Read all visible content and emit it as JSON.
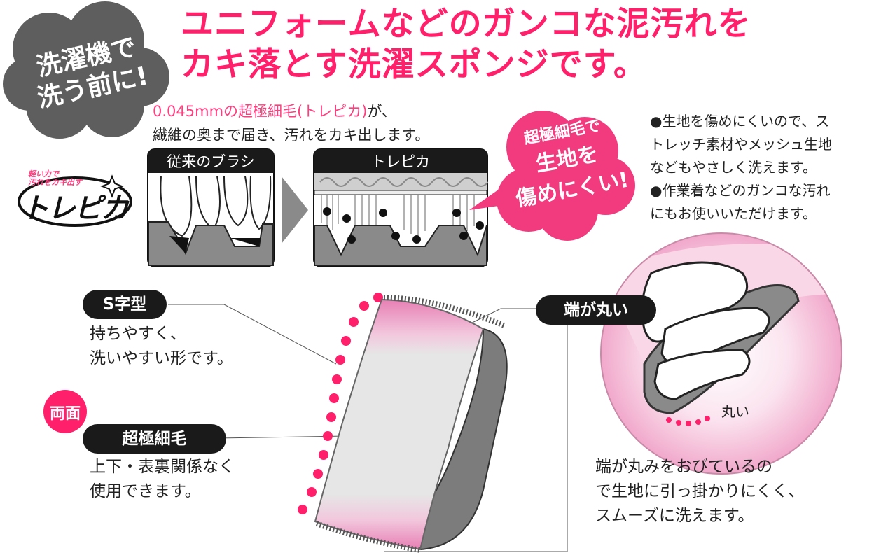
{
  "headline": {
    "line1": "ユニフォームなどのガンコな泥汚れを",
    "line2": "カキ落とす洗濯スポンジです。"
  },
  "cloud_badge": {
    "line1": "洗濯機で",
    "line2": "洗う前に!"
  },
  "intro": {
    "highlight": "0.045mmの超極細毛(トレピカ)",
    "line1_rest": "が、",
    "line2": "繊維の奥まで届き、汚れをカキ出します。"
  },
  "logo": {
    "small_line1": "軽い力で",
    "small_line2": "汚れをカキ出す",
    "name": "トレピカ"
  },
  "comparison": {
    "left_label": "従来のブラシ",
    "right_label": "トレピカ"
  },
  "speech_bubble": {
    "line1": "超極細毛で",
    "line2": "生地を",
    "line3": "傷めにくい!"
  },
  "bullets": [
    {
      "line1": "●生地を傷めにくいので、ス",
      "line2": "トレッチ素材やメッシュ生地",
      "line3": "などもやさしく洗えます。"
    },
    {
      "line1": "●作業着などのガンコな汚れ",
      "line2": "にもお使いいただけます。"
    }
  ],
  "features": {
    "s_shape": {
      "label": "S字型",
      "line1": "持ちやすく、",
      "line2": "洗いやすい形です。"
    },
    "double_side": {
      "badge": "両面",
      "label": "超極細毛",
      "line1": "上下・表裏関係なく",
      "line2": "使用できます。"
    },
    "round_edge": {
      "label": "端が丸い",
      "inset_label": "丸い",
      "line1": "端が丸みをおびているの",
      "line2": "で生地に引っ掛かりにくく、",
      "line3": "スムーズに洗えます。"
    }
  },
  "colors": {
    "accent_pink": "#ff1f6b",
    "dark": "#1a1a1a",
    "sponge_pink": "#e77fb4",
    "panel_gray": "#8a8a8a"
  }
}
